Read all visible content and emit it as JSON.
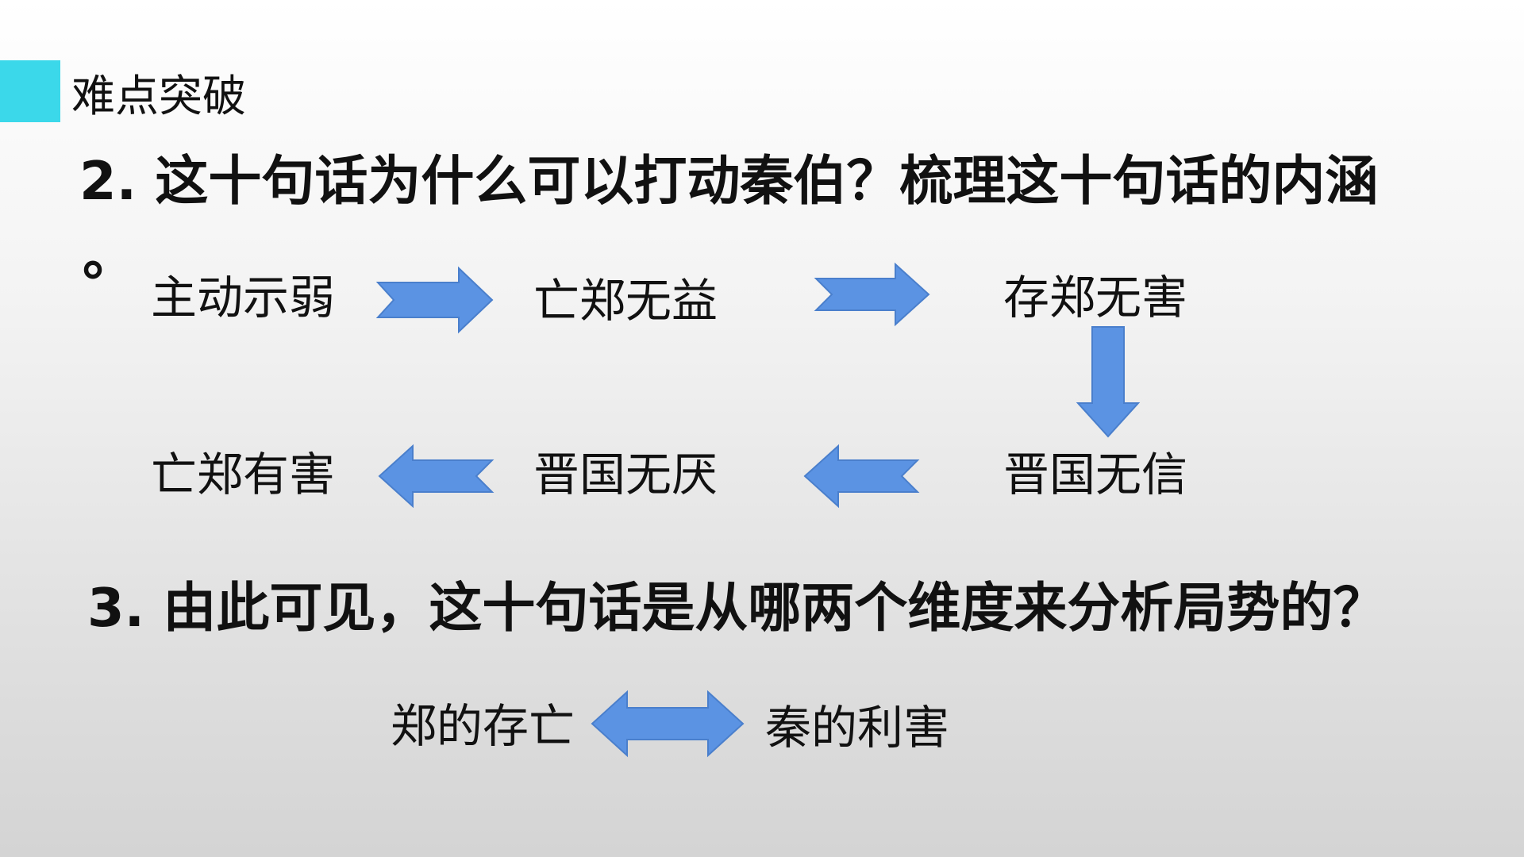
{
  "slide": {
    "section_title": "难点突破",
    "question2": "2. 这十句话为什么可以打动秦伯？梳理这十句话的内涵",
    "question2_tail": "。",
    "question3": "3. 由此可见，这十句话是从哪两个维度来分析局势的？"
  },
  "flow": {
    "nodes": [
      "主动示弱",
      "亡郑无益",
      "存郑无害",
      "晋国无信",
      "晋国无厌",
      "亡郑有害"
    ]
  },
  "dimensions": {
    "left": "郑的存亡",
    "right": "秦的利害"
  },
  "colors": {
    "accent": "#3bd8ea",
    "arrow_fill": "#5b93e3",
    "arrow_stroke": "#4a7fcc"
  }
}
